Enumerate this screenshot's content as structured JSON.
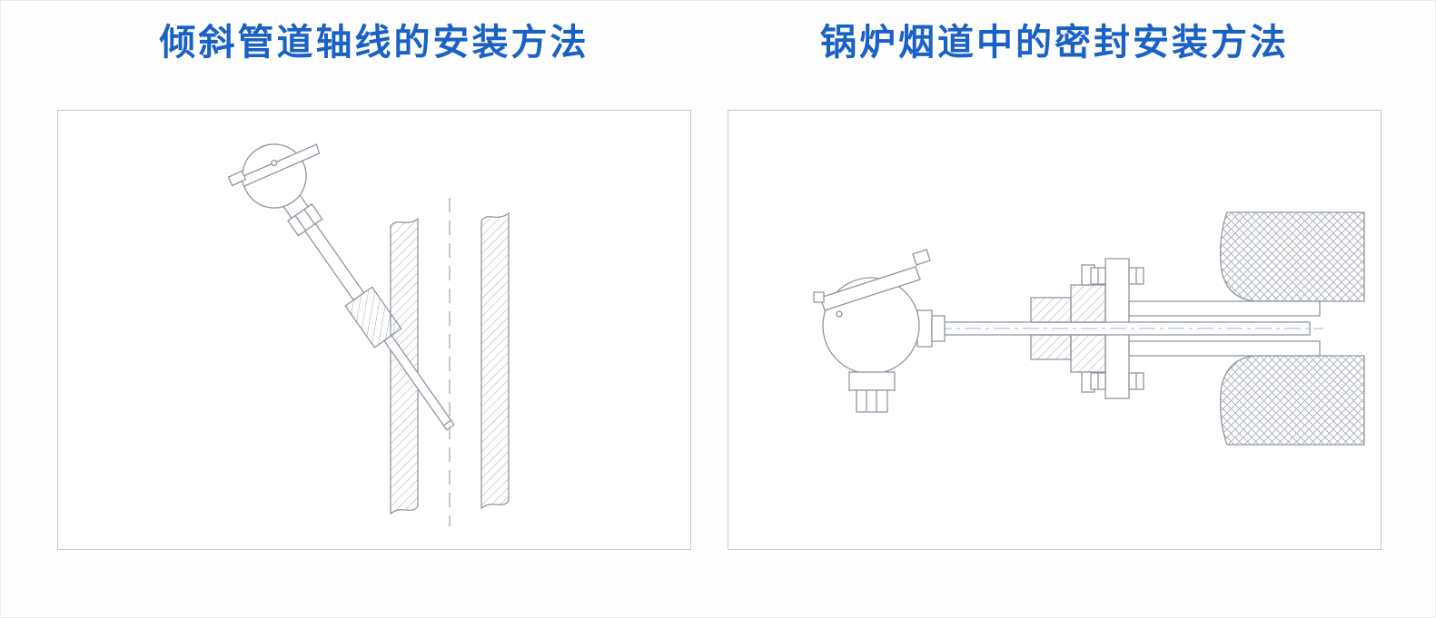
{
  "page": {
    "background_color": "#ffffff",
    "title_color": "#1a61c6",
    "line_color": "#9097a0",
    "frame_border_color": "#c6c9cc"
  },
  "panels": [
    {
      "title": "倾斜管道轴线的安装方法",
      "diagram": "inclined-pipe-axis-installation"
    },
    {
      "title": "锅炉烟道中的密封安装方法",
      "diagram": "boiler-flue-sealed-installation"
    }
  ]
}
